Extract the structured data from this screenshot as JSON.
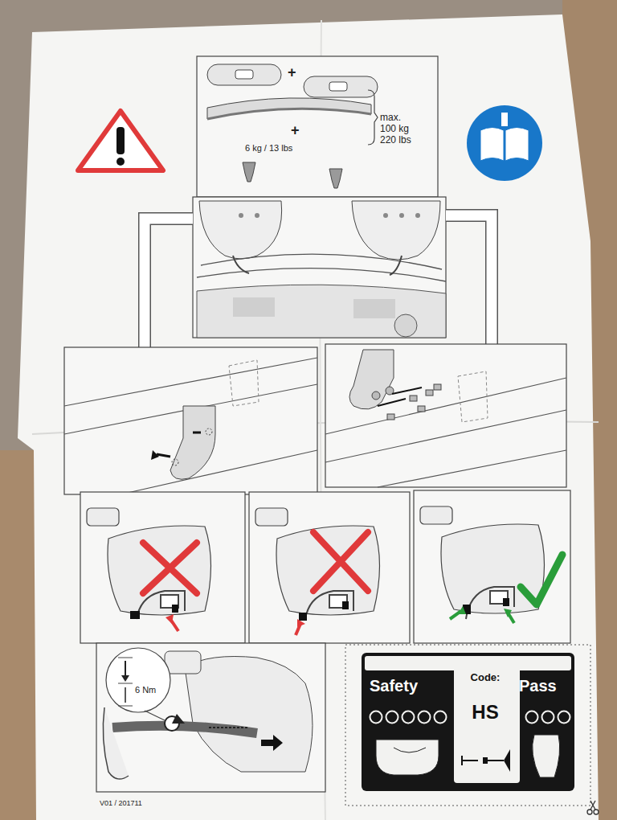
{
  "diagram": {
    "nodes": [
      {
        "text": [
          "Safety",
          "Pass"
        ]
      },
      {
        "text": [
          "Code:",
          "HS"
        ],
        "in": 0
      }
    ],
    "labels": [
      "+",
      "+",
      "max. 100 kg 220 lbs",
      "6 kg / 13 lbs",
      "6 Nm",
      "V01 / 201711"
    ]
  }
}
